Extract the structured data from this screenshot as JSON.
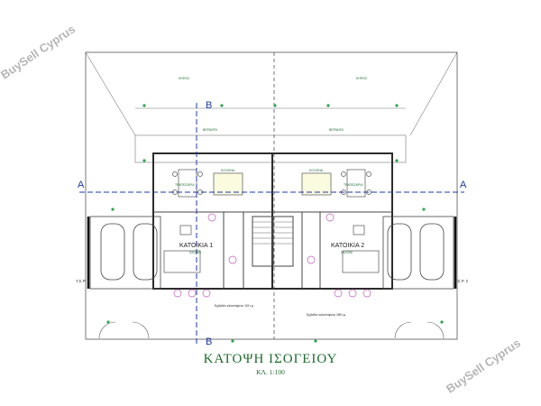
{
  "plan": {
    "title": "ΚΑΤΟΨΗ ΙΣΟΓΕΙΟΥ",
    "scale": "ΚΛ. 1:100",
    "unit_left": "ΚΑΤΟΙΚΙΑ 1",
    "unit_right": "ΚΑΤΟΙΚΙΑ 2",
    "section_a": "A",
    "section_b": "B",
    "parking_left": "Υ.Σ.Ρ. 2",
    "parking_right": "Υ.Σ.Ρ. 2",
    "kitchen": "ΚΟΥΖΙΝΑ",
    "dining": "ΤΡΑΠΕΖΑΡΙΑ",
    "living": "ΣΑΛΟΝΙ",
    "garden": "ΚΗΠΟΣ",
    "veranda": "ΒΕΡΑΝΤΑ",
    "covered_area_left": "Εμβαδόν καλυπτόμενο 119 τ.μ.",
    "covered_area_right": "Εμβαδόν καλυπτόμενο 265 τ.μ."
  },
  "watermark": {
    "top_left": "BuySell Cyprus",
    "bottom_right": "BuySell Cyprus"
  },
  "colors": {
    "lines": "#3a3a3a",
    "accent": "#1d6a2d",
    "markers": "#c05ab8",
    "section": "#1f3aa8",
    "level_dot": "#2aa64a"
  }
}
